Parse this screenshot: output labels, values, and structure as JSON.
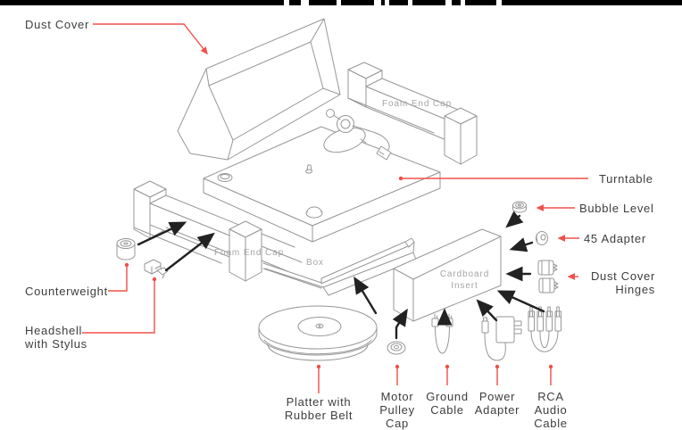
{
  "diagram_type": "exploded packaging diagram of a turntable",
  "colors": {
    "leader_red": "#f0504a",
    "line_gray": "#979797",
    "label_text": "#3e3e3e",
    "muted_label_text": "#a5a5a5",
    "arrow_black": "#222222",
    "rca_connector_red": "#cf382c",
    "rca_connector_white": "#ffffff",
    "top_strip": "#000000"
  },
  "callouts": {
    "dust_cover": [
      "Dust Cover"
    ],
    "foam_end_cap_top": [
      "Foam End Cap"
    ],
    "turntable": [
      "Turntable"
    ],
    "bubble_level": [
      "Bubble Level"
    ],
    "adapter_45": [
      "45 Adapter"
    ],
    "dust_cover_hinges": [
      "Dust Cover",
      "Hinges"
    ],
    "counterweight": [
      "Counterweight"
    ],
    "foam_end_cap_left": [
      "Foam End Cap"
    ],
    "box": [
      "Box"
    ],
    "cardboard_insert": [
      "Cardboard",
      "Insert"
    ],
    "headshell": [
      "Headshell",
      "with Stylus"
    ],
    "platter": [
      "Platter with",
      "Rubber Belt"
    ],
    "motor_pulley_cap": [
      "Motor",
      "Pulley",
      "Cap"
    ],
    "ground_cable": [
      "Ground",
      "Cable"
    ],
    "power_adapter": [
      "Power",
      "Adapter"
    ],
    "rca_audio_cable": [
      "RCA",
      "Audio",
      "Cable"
    ]
  }
}
